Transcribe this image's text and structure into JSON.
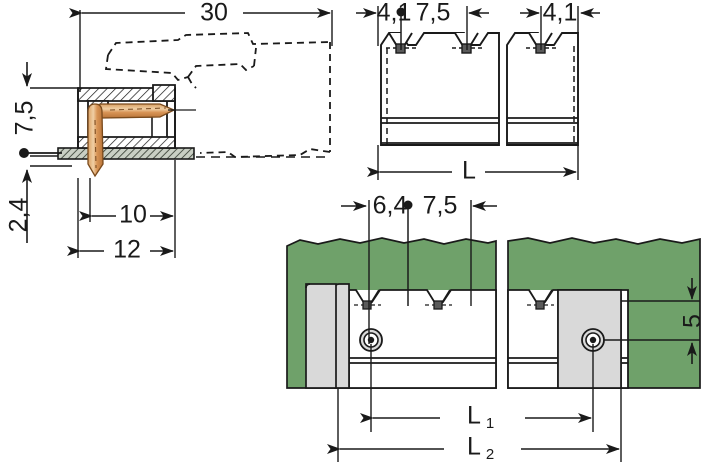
{
  "drawing": {
    "title": "WAGO PCB terminal block — dimensioned technical drawing",
    "units": "mm",
    "background_color": "#ffffff",
    "line_color": "#1a1a1a",
    "colors": {
      "pcb_green": "#6fa16a",
      "housing_grey": "#d9d9d9",
      "body_fill": "#ffffff",
      "pin_copper": "#d2914e",
      "pin_copper_light": "#e8bd8c",
      "board_dark": "#3f4a3a",
      "hatch": "#1a1a1a"
    },
    "views": [
      {
        "id": "side-section-view",
        "name": "side-section-view",
        "description": "Sectioned side elevation of the connector mounted to a board, with phantom outline of the mating part"
      },
      {
        "id": "front-elevation-view",
        "name": "front-elevation-view",
        "description": "Front elevation showing two connector blocks with V-shaped entry notches"
      },
      {
        "id": "top-pcb-view",
        "name": "top-pcb-view",
        "description": "Plan view of the connector mounted on a green printed circuit board with mounting flanges and screw holes"
      }
    ],
    "dimensions": {
      "side_view": [
        {
          "id": "d30",
          "label": "30",
          "orientation": "horizontal",
          "view": "side-section-view"
        },
        {
          "id": "d75",
          "label": "7,5",
          "orientation": "vertical",
          "view": "side-section-view"
        },
        {
          "id": "d24",
          "label": "2,4",
          "orientation": "vertical",
          "view": "side-section-view"
        },
        {
          "id": "d10",
          "label": "10",
          "orientation": "horizontal",
          "view": "side-section-view"
        },
        {
          "id": "d12",
          "label": "12",
          "orientation": "horizontal",
          "view": "side-section-view"
        }
      ],
      "front_view": [
        {
          "id": "d41_left",
          "label": "4,1",
          "orientation": "horizontal",
          "view": "front-elevation-view"
        },
        {
          "id": "d75_pitch",
          "label": "7,5",
          "orientation": "horizontal",
          "view": "front-elevation-view"
        },
        {
          "id": "d41_right",
          "label": "4,1",
          "orientation": "horizontal",
          "view": "front-elevation-view"
        },
        {
          "id": "dL",
          "label": "L",
          "subscript": "",
          "orientation": "horizontal",
          "view": "front-elevation-view"
        }
      ],
      "top_view": [
        {
          "id": "d64",
          "label": "6,4",
          "orientation": "horizontal",
          "view": "top-pcb-view"
        },
        {
          "id": "d75_top",
          "label": "7,5",
          "orientation": "horizontal",
          "view": "top-pcb-view"
        },
        {
          "id": "d5",
          "label": "5",
          "orientation": "vertical",
          "view": "top-pcb-view"
        },
        {
          "id": "dL1",
          "label": "L",
          "subscript": "1",
          "orientation": "horizontal",
          "view": "top-pcb-view"
        },
        {
          "id": "dL2",
          "label": "L",
          "subscript": "2",
          "orientation": "horizontal",
          "view": "top-pcb-view"
        }
      ]
    }
  }
}
